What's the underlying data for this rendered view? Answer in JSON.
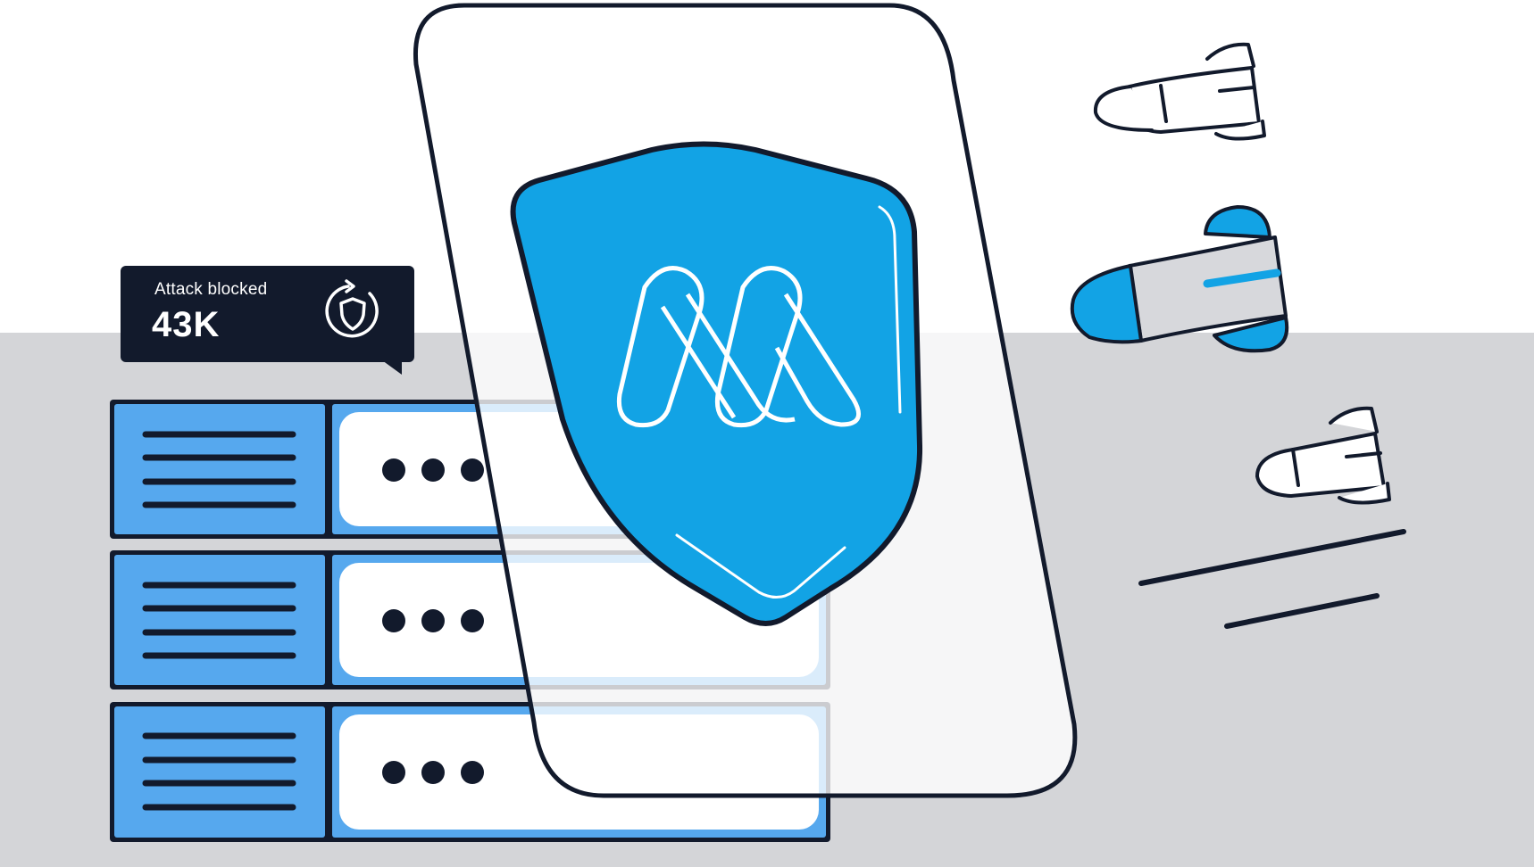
{
  "stat_card": {
    "label": "Attack blocked",
    "value": "43K",
    "icon": "shield-refresh-icon"
  },
  "illustration": {
    "server_units": 3,
    "missiles": 3,
    "colors": {
      "background": "#ffffff",
      "floor": "#d4d5d8",
      "server_blue": "#56a8ee",
      "shield_blue": "#12a3e5",
      "outline": "#121a2c",
      "card": "#121a2c"
    }
  }
}
